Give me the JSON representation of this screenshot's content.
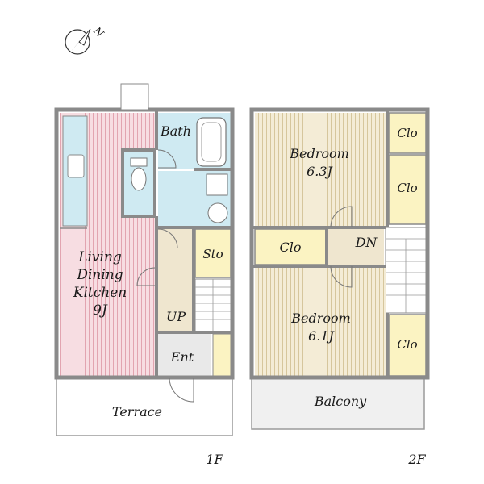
{
  "compass": {
    "letter": "N",
    "icon": "north-arrow-icon"
  },
  "floor1": {
    "label": "1F",
    "rooms": {
      "ldk_line1": "Living",
      "ldk_line2": "Dining",
      "ldk_line3": "Kitchen",
      "ldk_size": "9J",
      "bath": "Bath",
      "storage": "Sto",
      "stairs": "UP",
      "entrance": "Ent",
      "terrace": "Terrace"
    }
  },
  "floor2": {
    "label": "2F",
    "rooms": {
      "bedroom_top": "Bedroom",
      "bedroom_top_size": "6.3J",
      "bedroom_bottom": "Bedroom",
      "bedroom_bottom_size": "6.1J",
      "closet_mid": "Clo",
      "stairs": "DN",
      "closet_1": "Clo",
      "closet_2": "Clo",
      "closet_3": "Clo",
      "balcony": "Balcony"
    }
  },
  "colors": {
    "wall": "#8a8a8a",
    "ldk_floor": "#f7dde2",
    "ldk_stripe": "#e3a8b3",
    "bedroom_floor": "#f3ead5",
    "bedroom_stripe": "#d8c8a0",
    "wet_area": "#cfeaf2",
    "closet": "#fbf3c2",
    "hall": "#efe6cf",
    "entrance": "#e9e9e9",
    "outdoor": "#ffffff"
  }
}
